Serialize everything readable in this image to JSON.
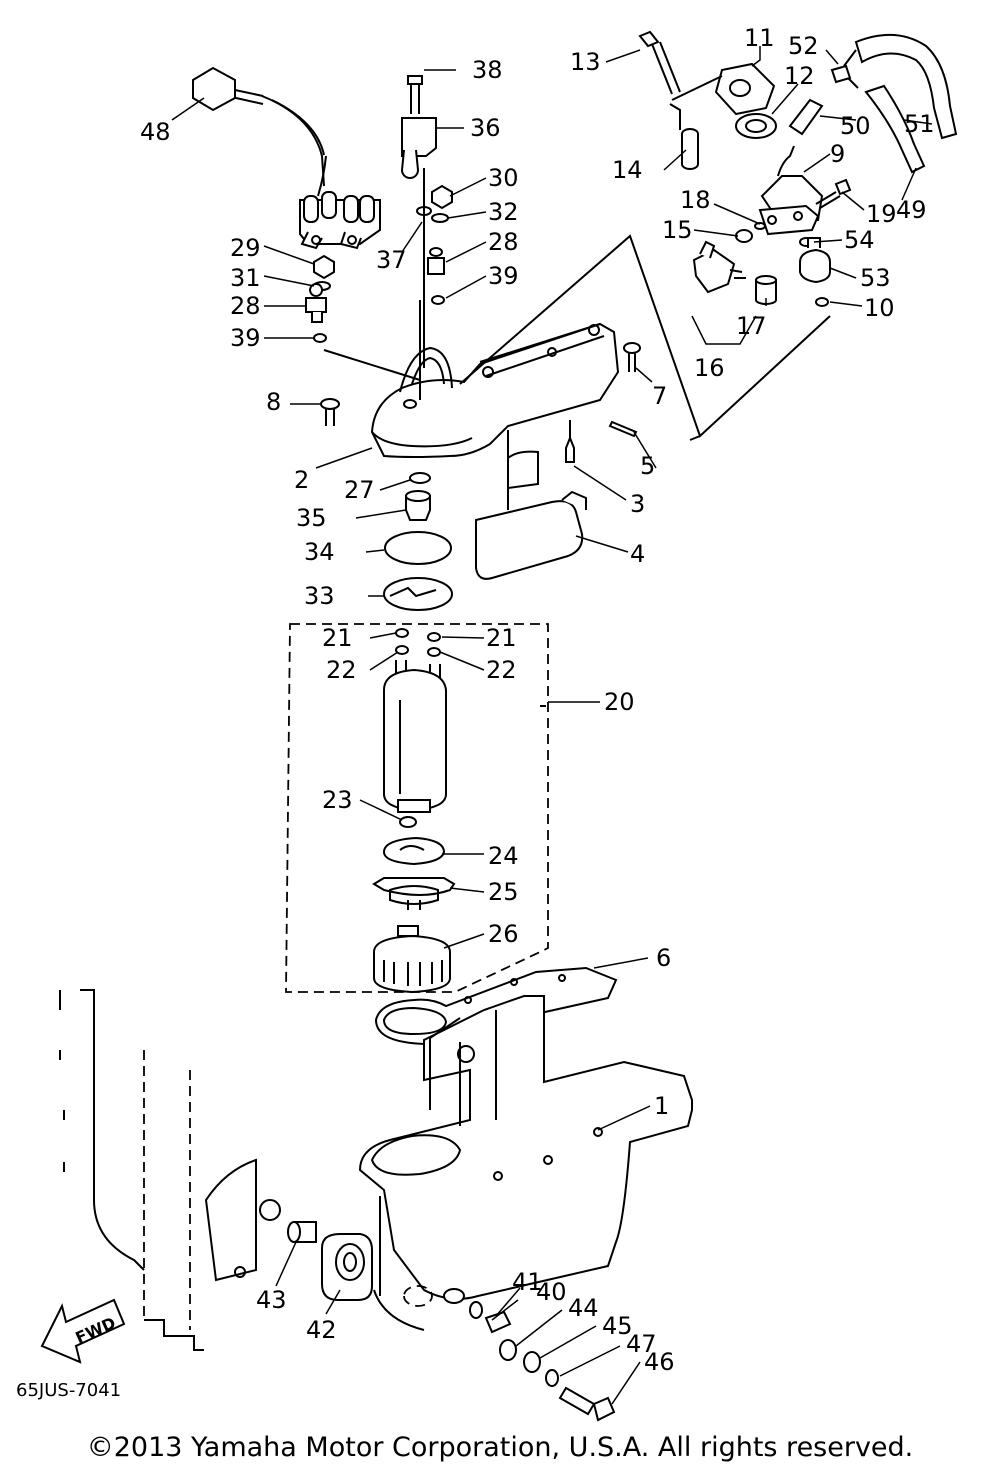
{
  "diagram": {
    "callouts": [
      "1",
      "2",
      "3",
      "4",
      "5",
      "6",
      "7",
      "8",
      "9",
      "10",
      "11",
      "12",
      "13",
      "14",
      "15",
      "16",
      "17",
      "18",
      "19",
      "20",
      "21",
      "21",
      "22",
      "22",
      "23",
      "24",
      "25",
      "26",
      "27",
      "28",
      "28",
      "29",
      "30",
      "31",
      "32",
      "33",
      "34",
      "35",
      "36",
      "37",
      "38",
      "39",
      "39",
      "40",
      "41",
      "42",
      "43",
      "44",
      "45",
      "46",
      "47",
      "48",
      "49",
      "50",
      "51",
      "52",
      "53",
      "54"
    ],
    "drawing_code": "65JUS-7041",
    "fwd_label": "FWD"
  },
  "footer": {
    "copyright": "©2013 Yamaha Motor Corporation, U.S.A. All rights reserved."
  }
}
